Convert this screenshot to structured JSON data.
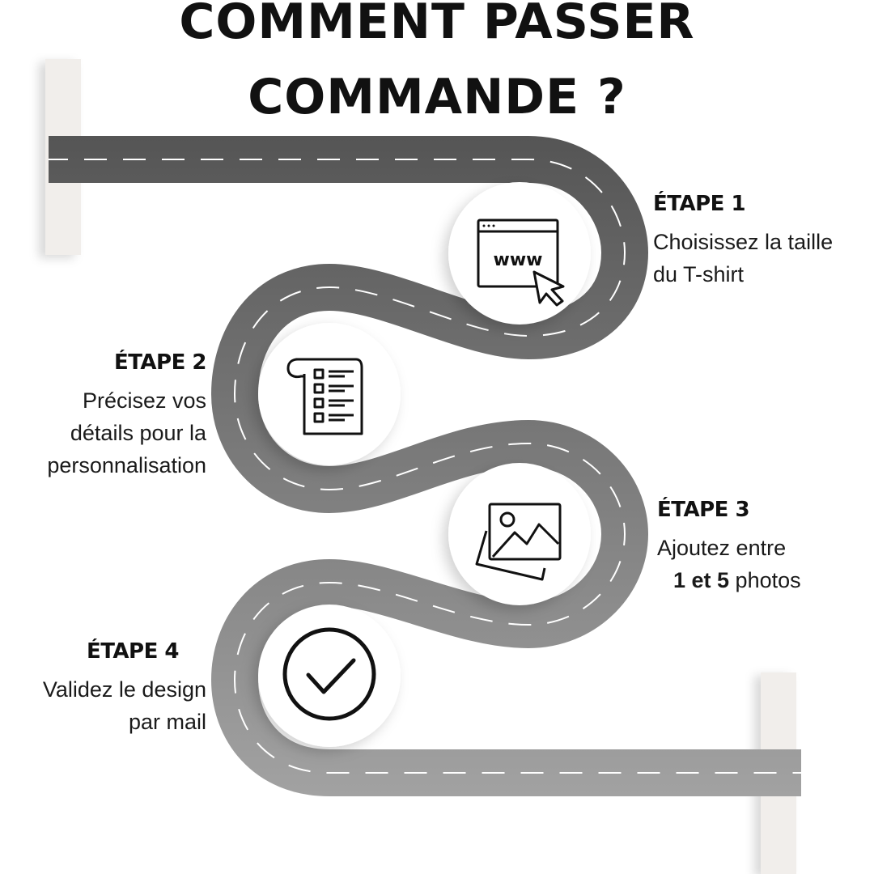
{
  "title": {
    "line1": "COMMENT PASSER",
    "line2": "COMMANDE ?"
  },
  "steps": [
    {
      "heading": "ÉTAPE 1",
      "line1": "Choisissez la taille",
      "line2": "du T-shirt",
      "icon": "web-browser-icon"
    },
    {
      "heading": "ÉTAPE 2",
      "line1": "Précisez vos",
      "line2": "détails pour la",
      "line3": "personnalisation",
      "icon": "checklist-document-icon"
    },
    {
      "heading": "ÉTAPE 3",
      "line1": "Ajoutez entre",
      "bold": "1 et 5",
      "tail": " photos",
      "icon": "photo-gallery-icon"
    },
    {
      "heading": "ÉTAPE 4",
      "line1": "Validez le design",
      "line2": "par mail",
      "icon": "checkmark-circle-icon"
    }
  ],
  "icon_labels": {
    "browser": "www"
  },
  "colors": {
    "road_top": "#555555",
    "road_bottom": "#a0a0a0",
    "post": "#f1eeeb",
    "lane": "#ffffff"
  }
}
